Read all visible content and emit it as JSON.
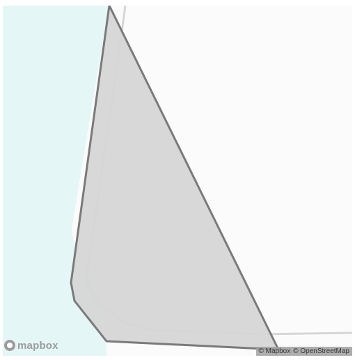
{
  "map": {
    "colors": {
      "background": "#fbfbfb",
      "water": "#e4f6f6",
      "road_outline": "#d9d9d9",
      "region_fill": "#d6d6d6",
      "region_stroke": "#7a7a7a"
    },
    "logo": {
      "word": "mapbox",
      "icon": "mapbox-logo-icon"
    },
    "attribution": {
      "mapbox": "© Mapbox",
      "osm": "© OpenStreetMap"
    }
  }
}
